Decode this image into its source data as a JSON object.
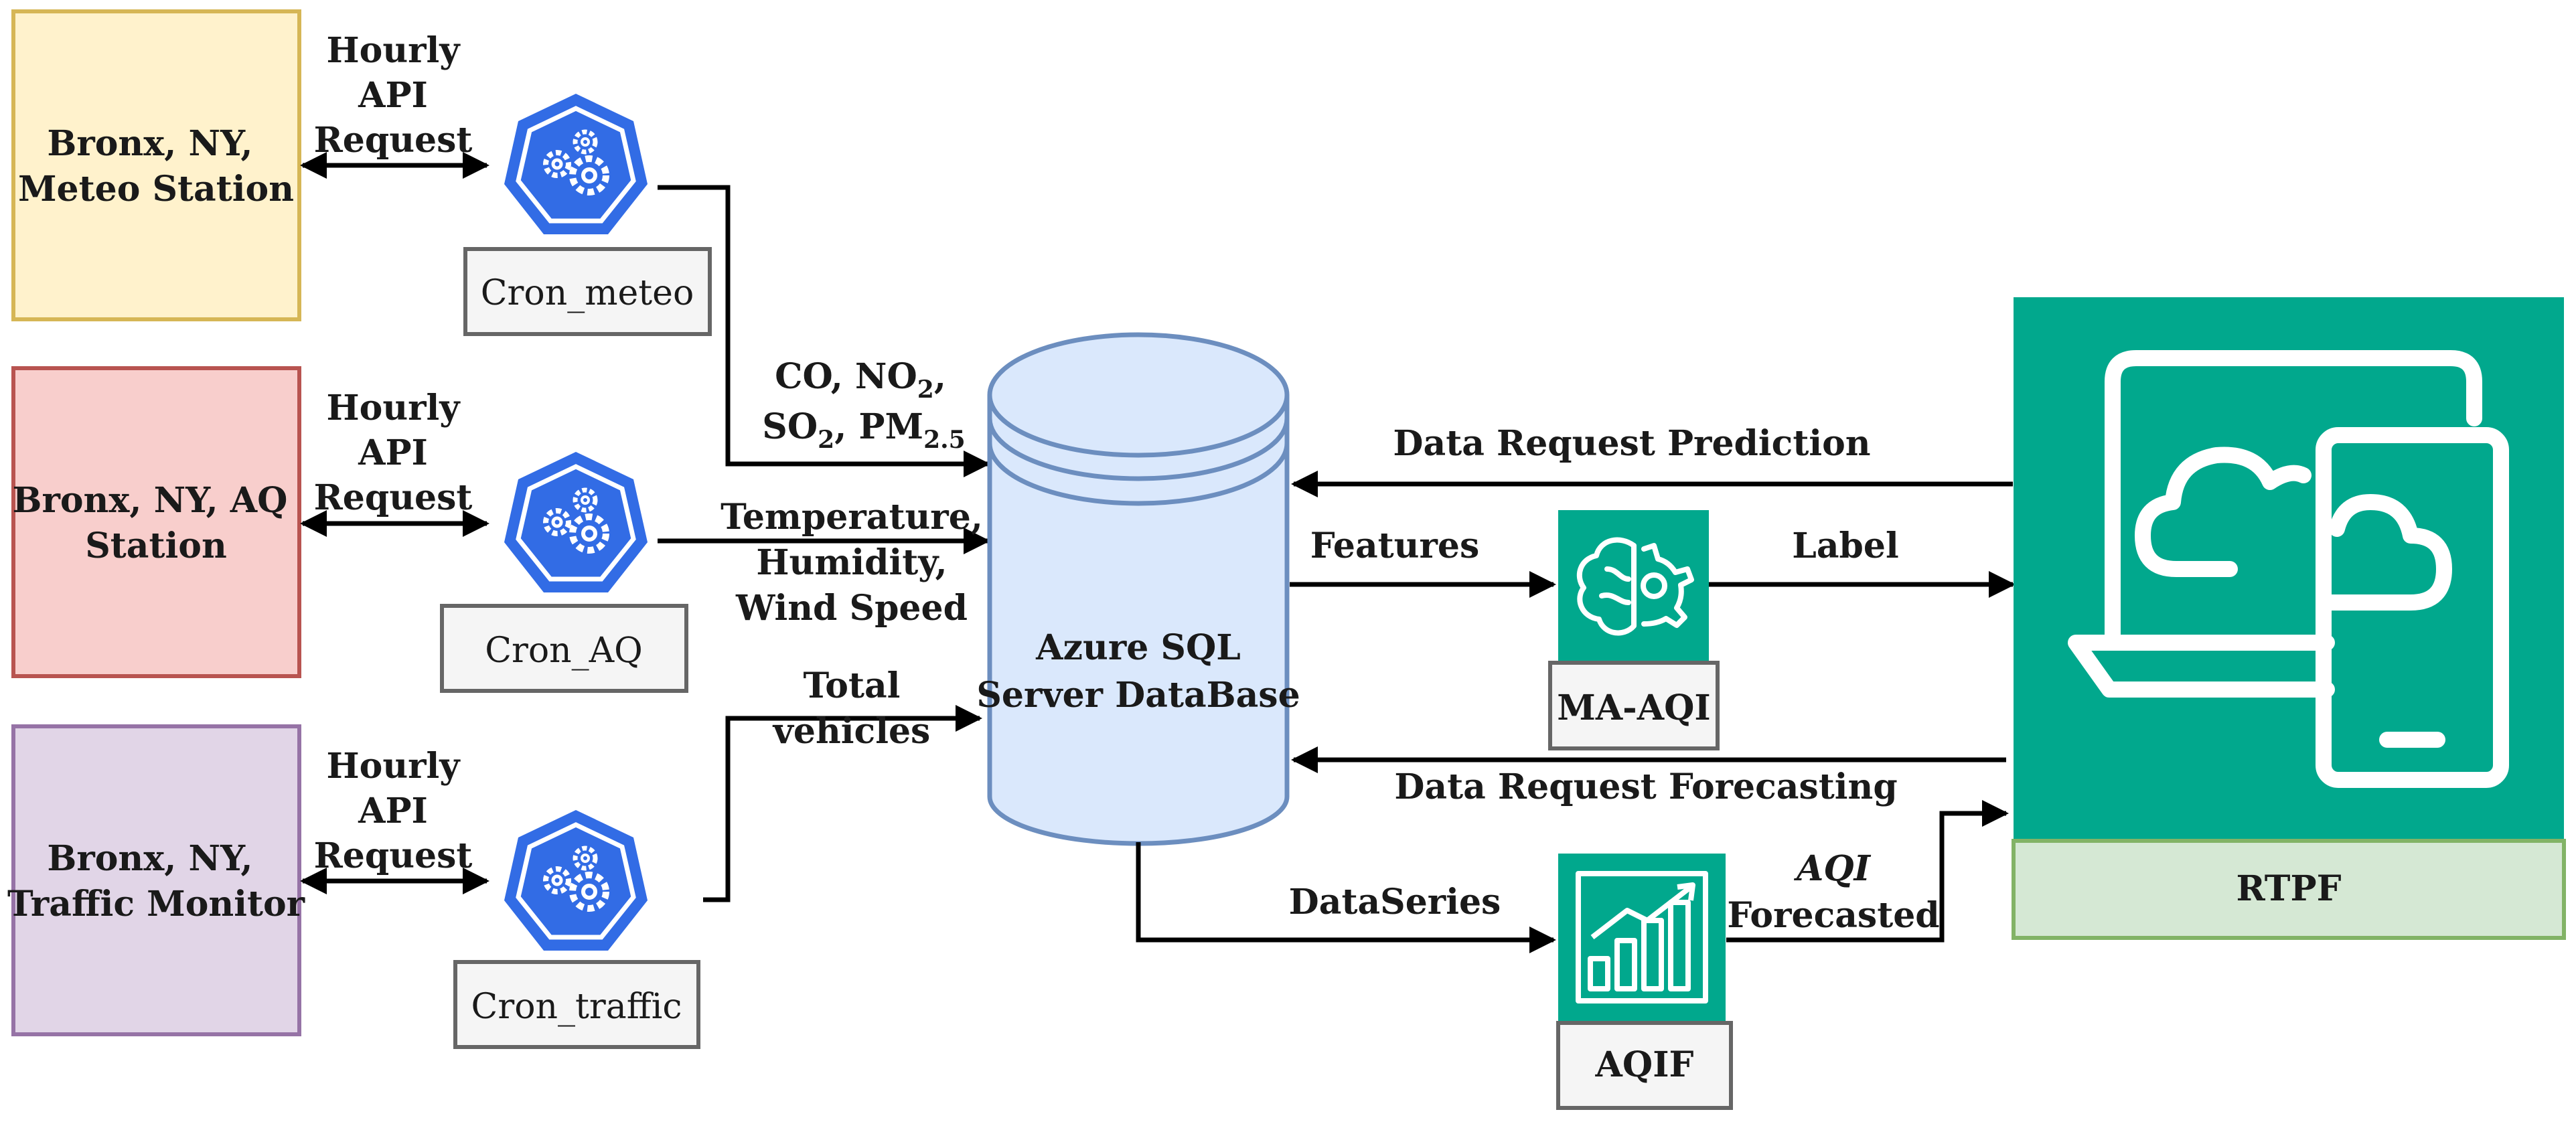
{
  "stations": {
    "meteo": "Bronx, NY, Meteo Station",
    "aq": "Bronx, NY, AQ Station",
    "traffic": "Bronx, NY, Traffic Monitor"
  },
  "api_request_label": "Hourly API Request",
  "crons": {
    "meteo": "Cron_meteo",
    "aq": "Cron_AQ",
    "traffic": "Cron_traffic"
  },
  "flows": {
    "pollutants": {
      "co": "CO, NO",
      "no_sub": "2",
      "comma": ",",
      "so": "SO",
      "so_sub": "2",
      "pm": ", PM",
      "pm_sub": "2.5"
    },
    "weather": "Temperature, Humidity, Wind Speed",
    "traffic": "Total vehicles",
    "data_request_prediction": "Data Request Prediction",
    "features": "Features",
    "label": "Label",
    "data_request_forecasting": "Data Request Forecasting",
    "dataseries": "DataSeries",
    "aqi": "AQI",
    "forecasted": "Forecasted"
  },
  "database": "Azure SQL Server DataBase",
  "models": {
    "ma_aqi": "MA-AQI",
    "aqif": "AQIF"
  },
  "rtpf": "RTPF",
  "colors": {
    "meteo_fill": "#fff2cc",
    "meteo_stroke": "#d6b656",
    "aq_fill": "#f8cecc",
    "aq_stroke": "#b85450",
    "traffic_fill": "#e1d5e7",
    "traffic_stroke": "#9673a6",
    "k8s_blue": "#326ce5",
    "teal": "#01a88d",
    "db_fill": "#dae8fc",
    "db_stroke": "#6c8ebf",
    "rtpf_label_fill": "#d5e8d4",
    "rtpf_label_stroke": "#82b366",
    "cron_fill": "#f5f5f5",
    "cron_stroke": "#666666"
  },
  "icons": {
    "cron": "kubernetes-gears-icon",
    "ma_aqi": "brain-gear-icon",
    "aqif": "growth-chart-icon",
    "rtpf": "laptop-phone-cloud-icon"
  }
}
